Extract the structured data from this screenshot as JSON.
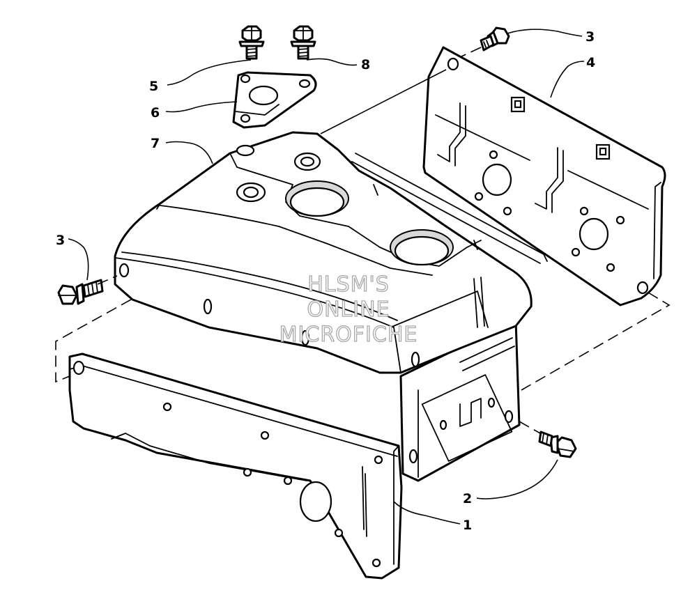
{
  "callouts": {
    "c1": "1",
    "c2": "2",
    "c3_right": "3",
    "c3_left": "3",
    "c4": "4",
    "c5": "5",
    "c6": "6",
    "c7": "7",
    "c8": "8"
  },
  "watermark": {
    "line1": "HLSM'S",
    "line2": "ONLINE",
    "line3": "MICROFICHE"
  }
}
